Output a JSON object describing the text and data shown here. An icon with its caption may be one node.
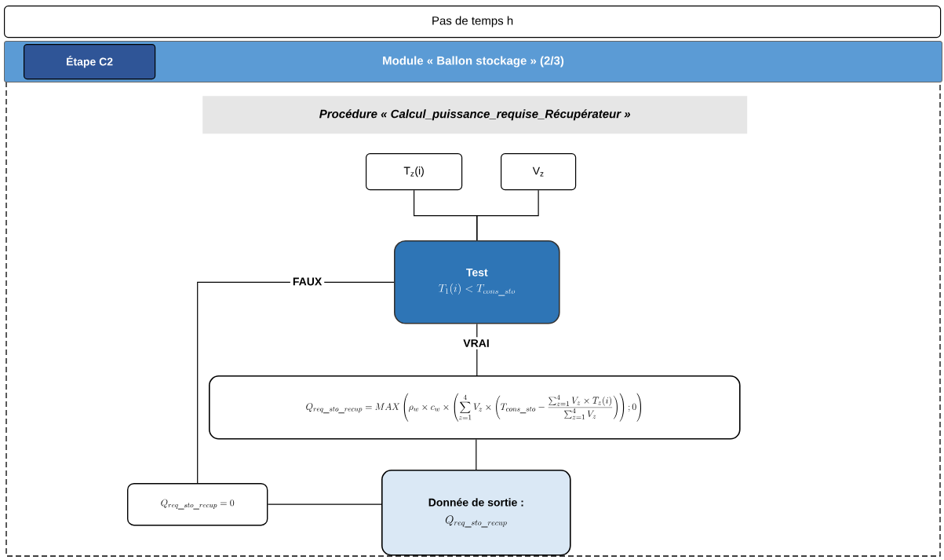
{
  "diagram": {
    "nodes": [
      {
        "text": [
          "Pas de temps h"
        ]
      },
      {
        "text": [
          "Module « Ballon stockage » (2/3)"
        ]
      },
      {
        "text": [
          "Étape C2"
        ],
        "in": 1
      },
      {
        "text": [
          "Procédure « Calcul_puissance_requise_Récupérateur »"
        ]
      },
      {
        "text": [
          "T$_{z}$(i)"
        ]
      },
      {
        "text": [
          "V$_{z}$"
        ]
      },
      {
        "text": [
          "Test",
          "T_{1}(i) < T_{cons\\_sto}"
        ]
      },
      {
        "text": [
          "Q_{req\\_sto\\_recup} = MAX\\left(\\rho_{w} \\times c_{w} \\times \\left(\\sum_{z=1}^{4} V_{z} \\times \\left(T_{cons\\_sto} - \\frac{\\sum_{z=1}^{4} V_{z} \\times T_{z}(i)}{\\sum_{z=1}^{4} V_{z}}\\right)\\right); 0\\right)"
        ]
      },
      {
        "text": [
          "Q_{req\\_sto\\_recup} = 0"
        ]
      },
      {
        "text": [
          "Donnée de sortie :",
          "Q_{req\\_sto\\_recup}"
        ]
      }
    ],
    "edges": [
      {
        "from": 4,
        "to": 6,
        "arrow": "none"
      },
      {
        "from": 5,
        "to": 6,
        "arrow": "none"
      },
      {
        "from": 6,
        "to": 8,
        "arrow": "none",
        "label": "FAUX"
      },
      {
        "from": 6,
        "to": 7,
        "arrow": "none",
        "label": "VRAI"
      },
      {
        "from": 7,
        "to": 9,
        "arrow": "none"
      },
      {
        "from": 8,
        "to": 9,
        "arrow": "none"
      }
    ]
  }
}
